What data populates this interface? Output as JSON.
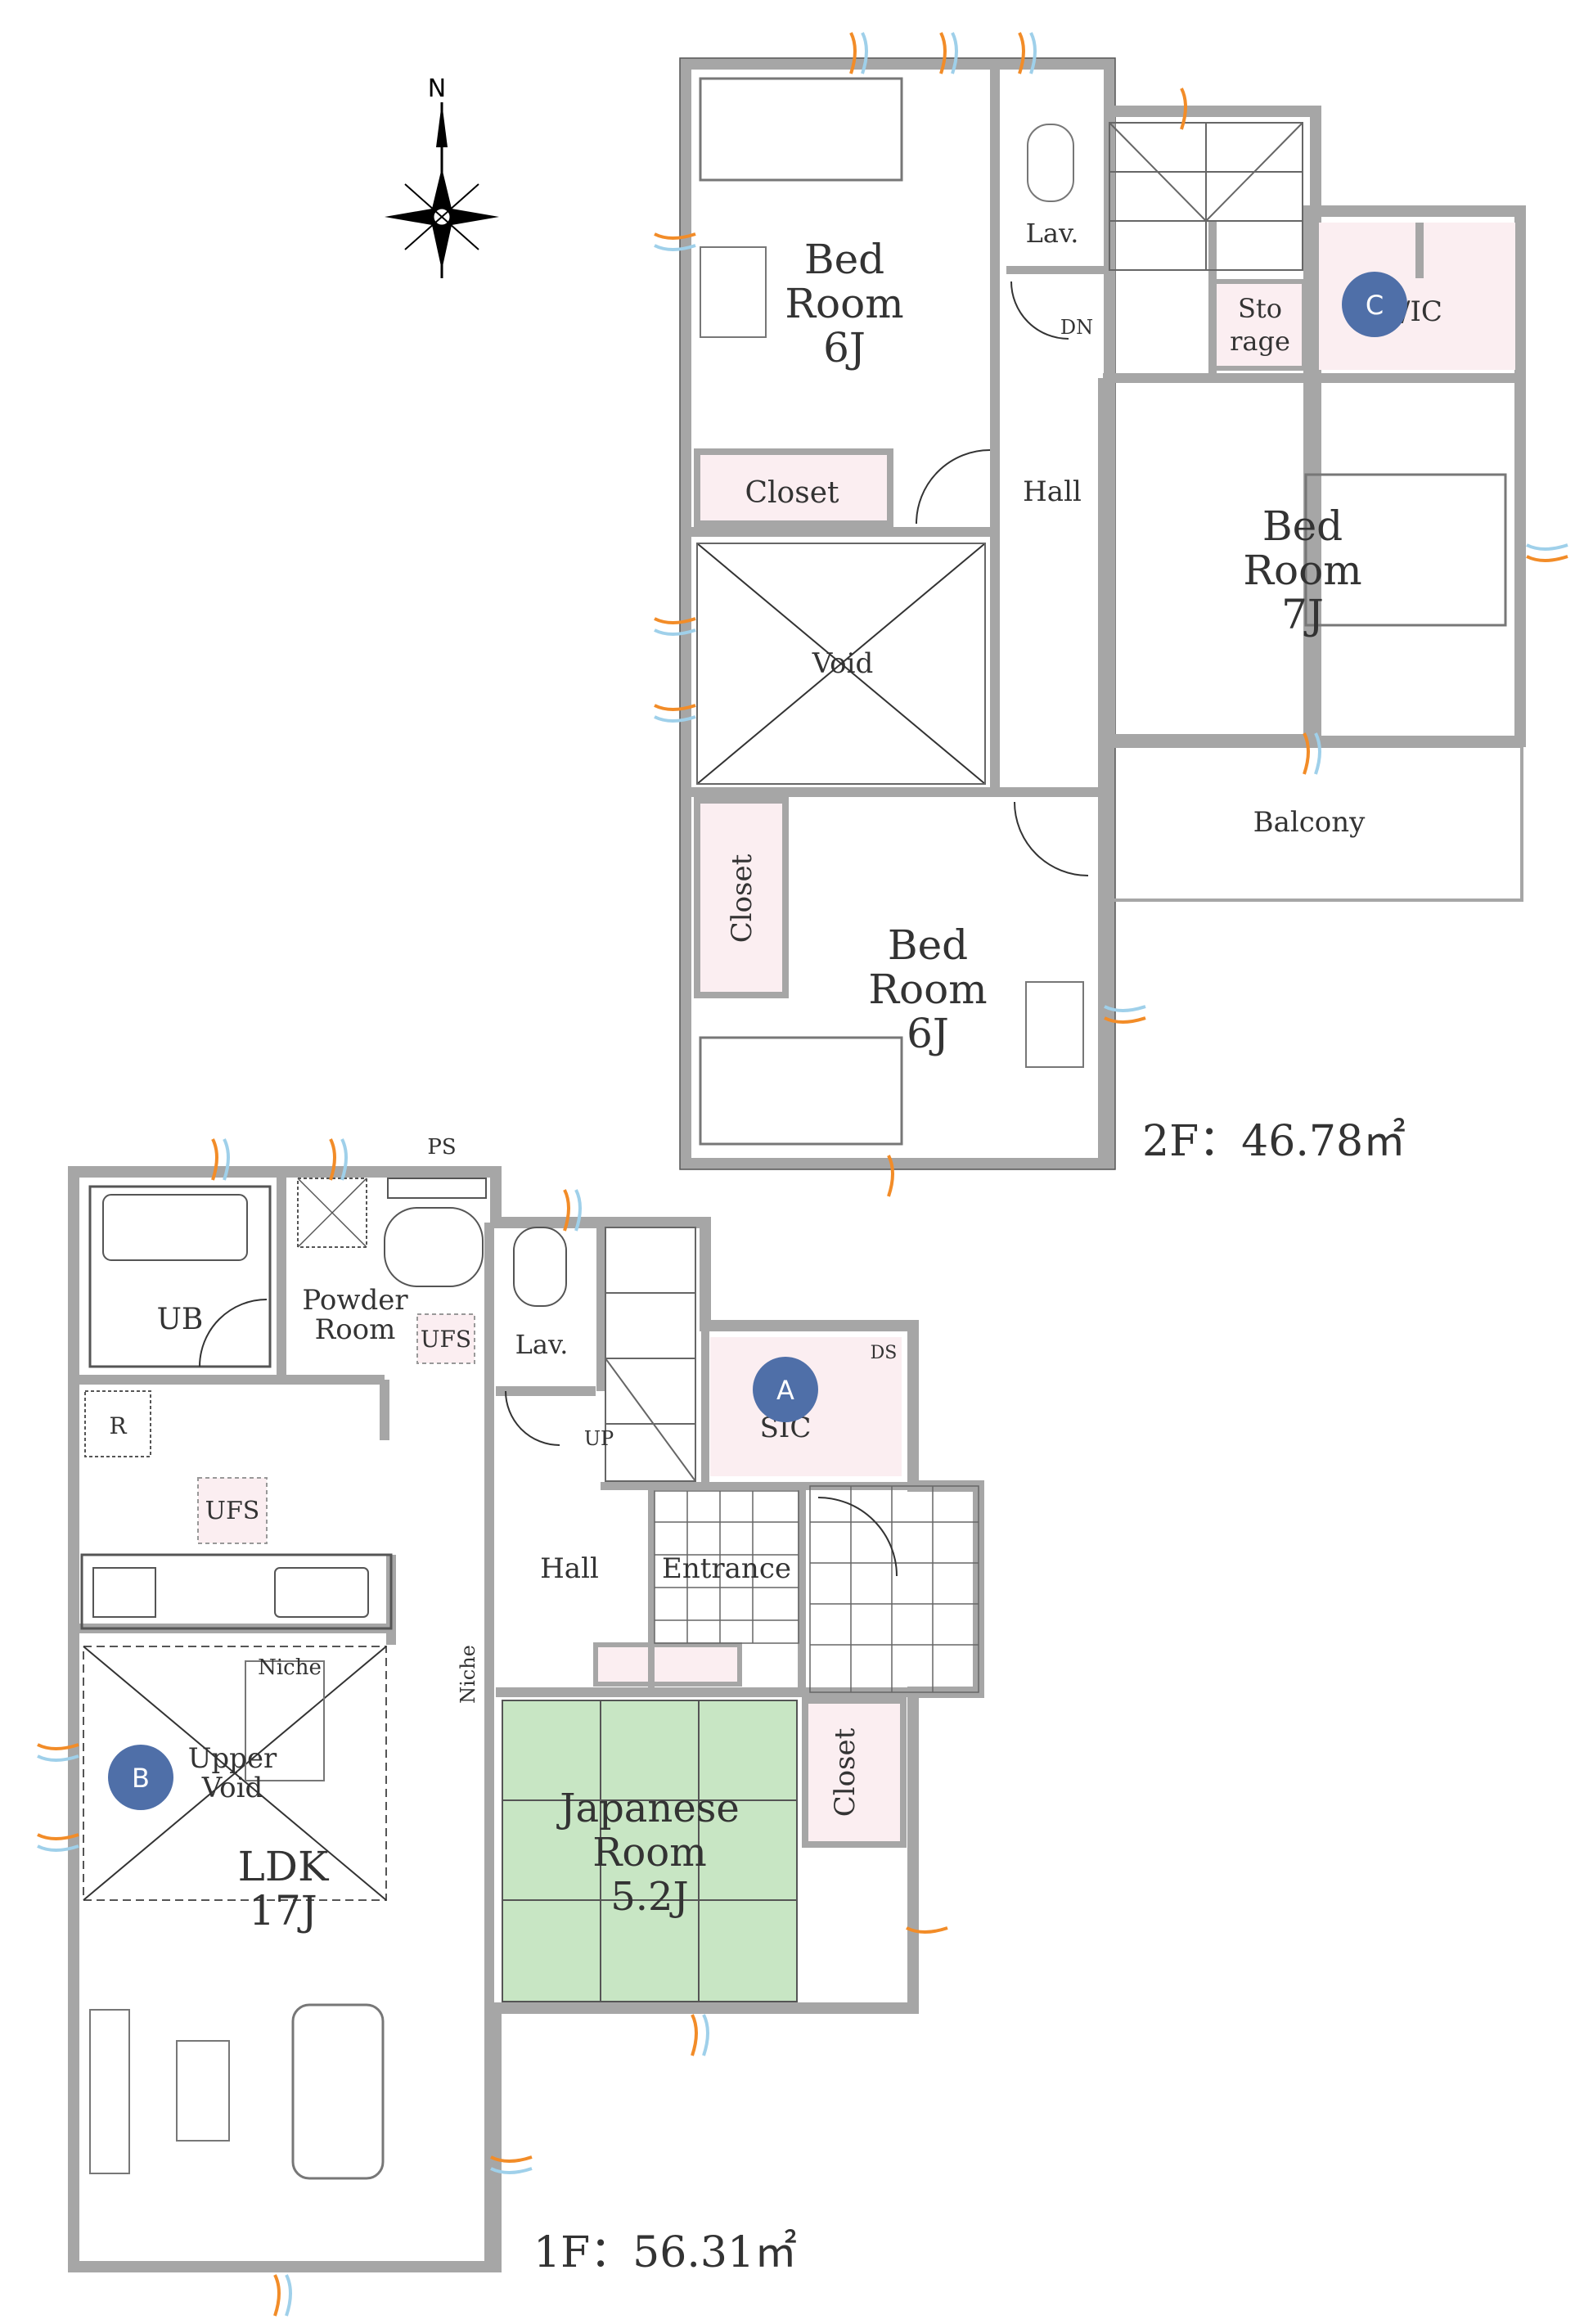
{
  "compass": {
    "north_label": "N"
  },
  "floor2": {
    "area_label": "2F：46.78㎡",
    "bed_nw": {
      "line1": "Bed",
      "line2": "Room",
      "line3": "6J"
    },
    "closet_nw": "Closet",
    "lav": "Lav.",
    "dn": "DN",
    "storage": {
      "line1": "Sto",
      "line2": "rage"
    },
    "wic": "W/IC",
    "hall": "Hall",
    "bed_east": {
      "line1": "Bed",
      "line2": "Room",
      "line3": "7J"
    },
    "void": "Void",
    "balcony": "Balcony",
    "closet_sw": "Closet",
    "bed_sw": {
      "line1": "Bed",
      "line2": "Room",
      "line3": "6J"
    }
  },
  "floor1": {
    "area_label": "1F：56.31㎡",
    "ps": "PS",
    "ub": "UB",
    "powder": {
      "line1": "Powder",
      "line2": "Room"
    },
    "ufs_powder": "UFS",
    "lav": "Lav.",
    "ds": "DS",
    "sic": "SIC",
    "r": "R",
    "up": "UP",
    "ufs_kitchen": "UFS",
    "hall": "Hall",
    "entrance": "Entrance",
    "niche_top": "Niche",
    "niche_side": "Niche",
    "upper_void": {
      "line1": "Upper",
      "line2": "Void"
    },
    "ldk": {
      "line1": "LDK",
      "line2": "17J"
    },
    "japanese": {
      "line1": "Japanese",
      "line2": "Room",
      "line3": "5.2J"
    },
    "closet": "Closet"
  },
  "markers": [
    {
      "label": "A",
      "color": "#4f6fa8"
    },
    {
      "label": "B",
      "color": "#4f6fa8"
    },
    {
      "label": "C",
      "color": "#4f6fa8"
    }
  ],
  "colors": {
    "wall": "#a6a6a6",
    "wall_edge": "#555555",
    "pink": "#fbeef1",
    "tatami": "#c8e6c4",
    "marker": "#4f6fa8"
  }
}
